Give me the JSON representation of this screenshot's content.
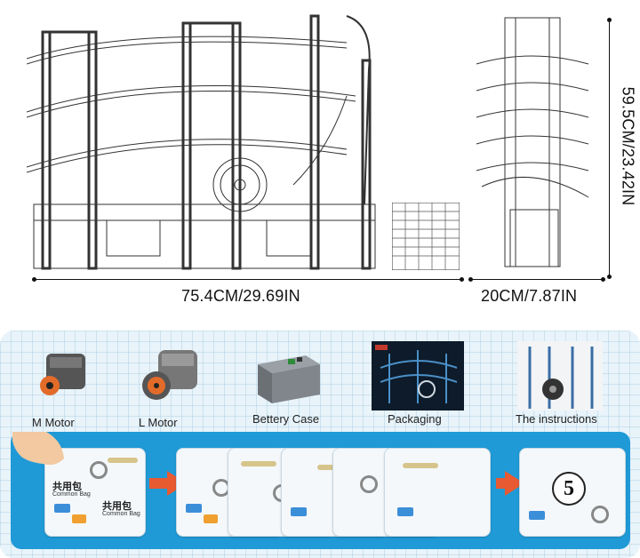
{
  "dimensions": {
    "width_label": "75.4CM/29.69IN",
    "depth_label": "20CM/7.87IN",
    "height_label": "59.5CM/23.42IN"
  },
  "contents": {
    "items": [
      {
        "label": "M Motor",
        "icon": "m-motor-icon"
      },
      {
        "label": "L Motor",
        "icon": "l-motor-icon"
      },
      {
        "label": "Bettery Case",
        "icon": "battery-case-icon"
      },
      {
        "label": "Packaging",
        "icon": "packaging-image"
      },
      {
        "label": "The instructions",
        "icon": "instructions-image"
      }
    ],
    "bag_text": "共用包",
    "bag_subtext": "Common Bag",
    "last_bag_number": "5"
  },
  "colors": {
    "panel_bg": "#e8f3fa",
    "bag_strip": "#1f9ad7",
    "arrow": "#e85a32",
    "motor_orange": "#e36b2a"
  }
}
